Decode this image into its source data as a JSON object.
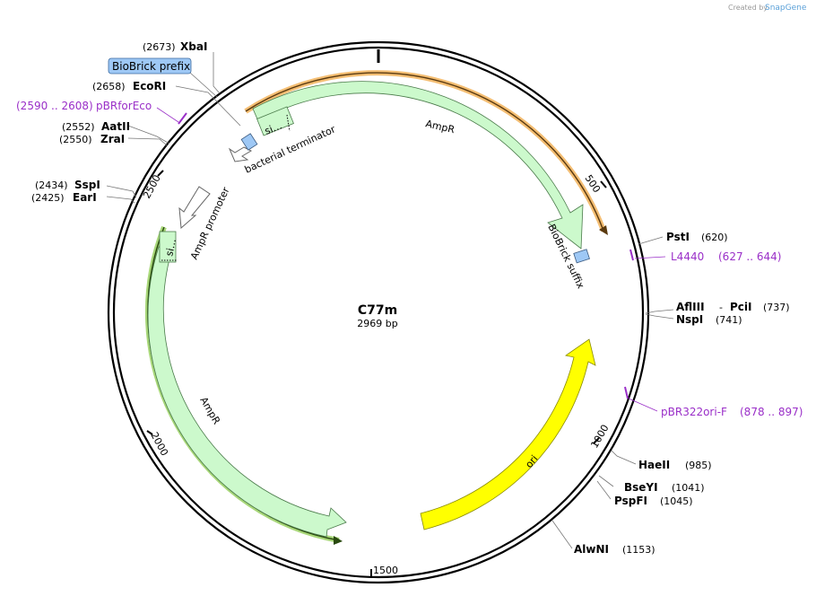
{
  "credit": {
    "prefix": "Created by",
    "brand": "SnapGene"
  },
  "plasmid": {
    "name": "C77m",
    "size": "2969 bp"
  },
  "ticks": [
    "500",
    "1000",
    "1500",
    "2000",
    "2500"
  ],
  "features": {
    "ampr_upper": "AmpR",
    "ampr_lower": "AmpR",
    "ampr_promoter": "AmpR promoter",
    "bacterial_terminator": "bacterial terminator",
    "biobrick_suffix": "BioBrick suffix",
    "ori": "ori",
    "signal_upper": "si…",
    "signal_lower": "si…",
    "biobrick_prefix": "BioBrick prefix"
  },
  "sites": {
    "xbai": {
      "pos": "(2673)",
      "name": "XbaI"
    },
    "ecori": {
      "pos": "(2658)",
      "name": "EcoRI"
    },
    "aatii": {
      "pos": "(2552)",
      "name": "AatII"
    },
    "zrai": {
      "pos": "(2550)",
      "name": "ZraI"
    },
    "sspi": {
      "pos": "(2434)",
      "name": "SspI"
    },
    "eari": {
      "pos": "(2425)",
      "name": "EarI"
    },
    "psti": {
      "name": "PstI",
      "pos": "(620)"
    },
    "aflIII": {
      "name": "AflIII",
      "sep": "-",
      "name2": "PciI",
      "pos": "(737)"
    },
    "nspi": {
      "name": "NspI",
      "pos": "(741)"
    },
    "haeii": {
      "name": "HaeII",
      "pos": "(985)"
    },
    "bseyi": {
      "name": "BseYI",
      "pos": "(1041)"
    },
    "pspfi": {
      "name": "PspFI",
      "pos": "(1045)"
    },
    "alwni": {
      "name": "AlwNI",
      "pos": "(1153)"
    }
  },
  "primers": {
    "pbrforeco": {
      "range": "(2590 .. 2608)",
      "name": "pBRforEco"
    },
    "l4440": {
      "name": "L4440",
      "range": "(627 .. 644)"
    },
    "pbr322ori": {
      "name": "pBR322ori-F",
      "range": "(878 .. 897)"
    }
  },
  "colors": {
    "ampr": "#ccf9cc",
    "ori": "#ffff00",
    "primer": "#9a2fc8",
    "orange_track": "#f2b35a",
    "green_track": "#9ed36a",
    "biobrick": "#9ec8f5"
  }
}
